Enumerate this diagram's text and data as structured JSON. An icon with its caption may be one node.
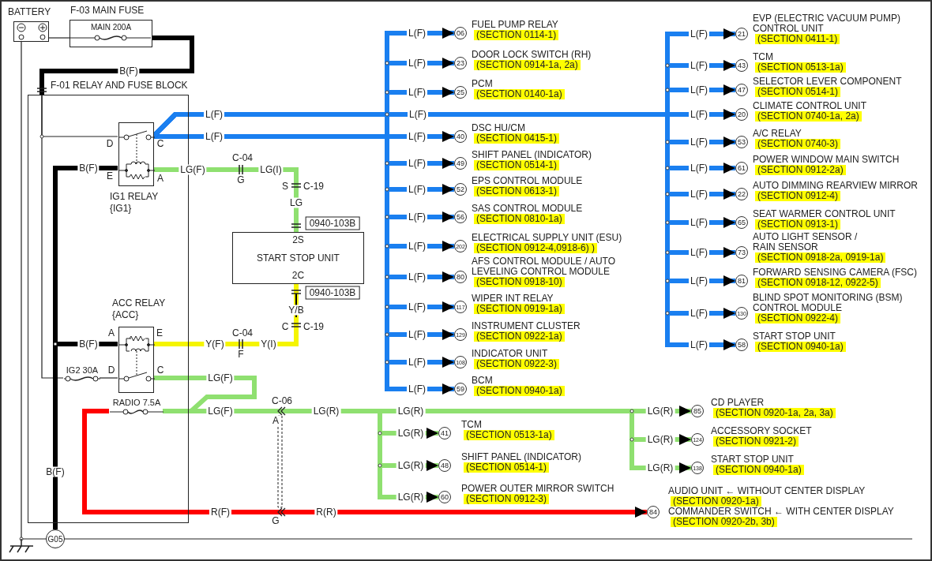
{
  "diagram": {
    "nodes": [
      {
        "text": [
          "BATTERY"
        ]
      },
      {
        "text": [
          "F-03 MAIN FUSE",
          "MAIN 200A"
        ]
      },
      {
        "text": [
          "F-01 RELAY AND FUSE BLOCK"
        ]
      },
      {
        "text": [
          "IG1 RELAY {IG1}"
        ],
        "in": 2,
        "beside": [
          "D",
          "C",
          "E",
          "A"
        ]
      },
      {
        "text": [
          "ACC RELAY {ACC}"
        ],
        "in": 2,
        "beside": [
          "A",
          "E",
          "D",
          "C"
        ]
      },
      {
        "text": [
          "IG2 30A"
        ],
        "in": 2
      },
      {
        "text": [
          "RADIO 7.5A"
        ],
        "in": 2
      },
      {
        "text": [
          "G05"
        ]
      },
      {
        "text": [
          "2S",
          "START STOP UNIT",
          "2C"
        ],
        "beside": [
          "0940-103B",
          "0940-103B"
        ]
      },
      {
        "text": [
          "06",
          "FUEL PUMP RELAY",
          "(SECTION 0114-1)"
        ]
      },
      {
        "text": [
          "23",
          "DOOR LOCK SWITCH (RH)",
          "(SECTION 0914-1a, 2a)"
        ]
      },
      {
        "text": [
          "25",
          "PCM",
          "(SECTION 0140-1a)"
        ]
      },
      {
        "text": [
          "40",
          "DSC HU/CM",
          "(SECTION 0415-1)"
        ]
      },
      {
        "text": [
          "49",
          "SHIFT PANEL (INDICATOR)",
          "(SECTION 0514-1)"
        ]
      },
      {
        "text": [
          "52",
          "EPS CONTROL MODULE",
          "(SECTION 0613-1)"
        ]
      },
      {
        "text": [
          "56",
          "SAS CONTROL MODULE",
          "(SECTION 0810-1a)"
        ]
      },
      {
        "text": [
          "202",
          "ELECTRICAL SUPPLY UNIT (ESU)",
          "(SECTION 0912-4,0918-6) )"
        ]
      },
      {
        "text": [
          "80",
          "AFS CONTROL MODULE / AUTO LEVELING CONTROL MODULE",
          "(SECTION 0918-10)"
        ]
      },
      {
        "text": [
          "117",
          "WIPER INT RELAY",
          "(SECTION 0919-1a)"
        ]
      },
      {
        "text": [
          "129",
          "INSTRUMENT CLUSTER",
          "(SECTION 0922-1a)"
        ]
      },
      {
        "text": [
          "108",
          "INDICATOR UNIT",
          "(SECTION 0922-3)"
        ]
      },
      {
        "text": [
          "59",
          "BCM",
          "(SECTION 0940-1a)"
        ]
      },
      {
        "text": [
          "21",
          "EVP (ELECTRIC VACUUM PUMP) CONTROL UNIT",
          "(SECTION 0411-1)"
        ]
      },
      {
        "text": [
          "43",
          "TCM",
          "(SECTION 0513-1a)"
        ]
      },
      {
        "text": [
          "47",
          "SELECTOR LEVER COMPONENT",
          "(SECTION 0514-1)"
        ]
      },
      {
        "text": [
          "20",
          "CLIMATE CONTROL UNIT",
          "(SECTION 0740-1a, 2a)"
        ]
      },
      {
        "text": [
          "53",
          "A/C RELAY",
          "(SECTION 0740-3)"
        ]
      },
      {
        "text": [
          "61",
          "POWER WINDOW MAIN SWITCH",
          "(SECTION 0912-2a)"
        ]
      },
      {
        "text": [
          "22",
          "AUTO DIMMING REARVIEW MIRROR",
          "(SECTION 0912-4)"
        ]
      },
      {
        "text": [
          "65",
          "SEAT WARMER CONTROL UNIT",
          "(SECTION 0913-1)"
        ]
      },
      {
        "text": [
          "73",
          "AUTO LIGHT SENSOR / RAIN SENSOR",
          "(SECTION 0918-2a, 0919-1a)"
        ]
      },
      {
        "text": [
          "81",
          "FORWARD SENSING CAMERA (FSC)",
          "(SECTION 0918-12, 0922-5)"
        ]
      },
      {
        "text": [
          "130",
          "BLIND SPOT MONITORING (BSM) CONTROL MODULE",
          "(SECTION 0922-4)"
        ]
      },
      {
        "text": [
          "58",
          "START STOP UNIT",
          "(SECTION 0940-1a)"
        ]
      },
      {
        "text": [
          "41",
          "TCM",
          "(SECTION 0513-1a)"
        ]
      },
      {
        "text": [
          "48",
          "SHIFT PANEL (INDICATOR)",
          "(SECTION 0514-1)"
        ]
      },
      {
        "text": [
          "60",
          "POWER OUTER MIRROR SWITCH",
          "(SECTION 0912-3)"
        ]
      },
      {
        "text": [
          "85",
          "CD PLAYER",
          "(SECTION 0920-1a, 2a, 3a)"
        ]
      },
      {
        "text": [
          "124",
          "ACCESSORY SOCKET",
          "(SECTION 0921-2)"
        ]
      },
      {
        "text": [
          "138",
          "START STOP UNIT",
          "(SECTION 0940-1a)"
        ]
      },
      {
        "text": [
          "84",
          "AUDIO UNIT ← WITHOUT CENTER DISPLAY",
          "(SECTION 0920-1a)",
          "COMMANDER SWITCH ← WITH CENTER DISPLAY",
          "(SECTION 0920-2b, 3b)"
        ]
      }
    ],
    "edges": [
      {
        "from": 0,
        "to": 1,
        "arrow": "none",
        "color": "#222222"
      },
      {
        "from": 1,
        "to": 2,
        "arrow": "none",
        "label": "B(F)",
        "color": "#000000"
      },
      {
        "from": 3,
        "to": 2,
        "arrow": "none",
        "color": "#222222"
      },
      {
        "from": 5,
        "to": 2,
        "arrow": "none",
        "color": "#222222"
      },
      {
        "from": 5,
        "to": 4,
        "arrow": "none",
        "color": "#222222"
      },
      {
        "from": 7,
        "to": 3,
        "arrow": "none",
        "label": "B(F)",
        "color": "#000000"
      },
      {
        "from": 7,
        "to": 4,
        "arrow": "none",
        "label": "B(F)",
        "color": "#000000"
      },
      {
        "from": 0,
        "to": 7,
        "arrow": "none",
        "color": "#222222"
      },
      {
        "from": 3,
        "to": 8,
        "arrow": "none",
        "label": "LG(F)",
        "color": "#8fe070"
      },
      {
        "from": 4,
        "to": 8,
        "arrow": "none",
        "label": "Y(F)",
        "color": "#f5f500"
      },
      {
        "from": 4,
        "to": 6,
        "arrow": "none",
        "label": "LG(F)",
        "color": "#8fe070"
      },
      {
        "from": 3,
        "to": 9,
        "arrow": "to",
        "label": "L(F)"
      },
      {
        "from": 3,
        "to": 10,
        "arrow": "to",
        "label": "L(F)"
      },
      {
        "from": 3,
        "to": 11,
        "arrow": "to",
        "label": "L(F)"
      },
      {
        "from": 3,
        "to": 12,
        "arrow": "to",
        "label": "L(F)"
      },
      {
        "from": 3,
        "to": 13,
        "arrow": "to",
        "label": "L(F)"
      },
      {
        "from": 3,
        "to": 14,
        "arrow": "to",
        "label": "L(F)"
      },
      {
        "from": 3,
        "to": 15,
        "arrow": "to",
        "label": "L(F)"
      },
      {
        "from": 3,
        "to": 16,
        "arrow": "to",
        "label": "L(F)"
      },
      {
        "from": 3,
        "to": 17,
        "arrow": "to",
        "label": "L(F)"
      },
      {
        "from": 3,
        "to": 18,
        "arrow": "to",
        "label": "L(F)"
      },
      {
        "from": 3,
        "to": 19,
        "arrow": "to",
        "label": "L(F)"
      },
      {
        "from": 3,
        "to": 20,
        "arrow": "to",
        "label": "L(F)"
      },
      {
        "from": 3,
        "to": 21,
        "arrow": "to",
        "label": "L(F)"
      },
      {
        "from": 3,
        "to": 22,
        "arrow": "to",
        "label": "L(F)"
      },
      {
        "from": 3,
        "to": 23,
        "arrow": "to",
        "label": "L(F)"
      },
      {
        "from": 3,
        "to": 24,
        "arrow": "to",
        "label": "L(F)"
      },
      {
        "from": 3,
        "to": 25,
        "arrow": "to",
        "label": "L(F)"
      },
      {
        "from": 3,
        "to": 26,
        "arrow": "to",
        "label": "L(F)"
      },
      {
        "from": 3,
        "to": 27,
        "arrow": "to",
        "label": "L(F)"
      },
      {
        "from": 3,
        "to": 28,
        "arrow": "to",
        "label": "L(F)"
      },
      {
        "from": 3,
        "to": 29,
        "arrow": "to",
        "label": "L(F)"
      },
      {
        "from": 3,
        "to": 30,
        "arrow": "to",
        "label": "L(F)"
      },
      {
        "from": 3,
        "to": 31,
        "arrow": "to",
        "label": "L(F)"
      },
      {
        "from": 3,
        "to": 32,
        "arrow": "to",
        "label": "L(F)"
      },
      {
        "from": 3,
        "to": 33,
        "arrow": "to",
        "label": "L(F)"
      },
      {
        "from": 6,
        "to": 34,
        "arrow": "to",
        "label": "LG(R)",
        "color": "#8fe070"
      },
      {
        "from": 6,
        "to": 35,
        "arrow": "to",
        "label": "LG(R)",
        "color": "#8fe070"
      },
      {
        "from": 6,
        "to": 36,
        "arrow": "to",
        "label": "LG(R)",
        "color": "#8fe070"
      },
      {
        "from": 6,
        "to": 37,
        "arrow": "to",
        "label": "LG(R)",
        "color": "#8fe070"
      },
      {
        "from": 6,
        "to": 38,
        "arrow": "to",
        "label": "LG(R)",
        "color": "#8fe070"
      },
      {
        "from": 6,
        "to": 39,
        "arrow": "to",
        "label": "LG(R)",
        "color": "#8fe070"
      },
      {
        "from": 6,
        "to": 40,
        "arrow": "to",
        "label": "R(F)",
        "color": "#ff0000"
      }
    ],
    "labels": [
      "L(F)",
      "L(F)",
      "L(F)",
      "C-04",
      "G",
      "LG(I)",
      "S",
      "C-19",
      "LG",
      "Y/B",
      "C",
      "C-19",
      "C-04",
      "F",
      "Y(I)",
      "LG(F)",
      "C-06",
      "A",
      "LG(R)",
      "LG(R)",
      "G",
      "R(R)",
      "B(F)"
    ]
  }
}
